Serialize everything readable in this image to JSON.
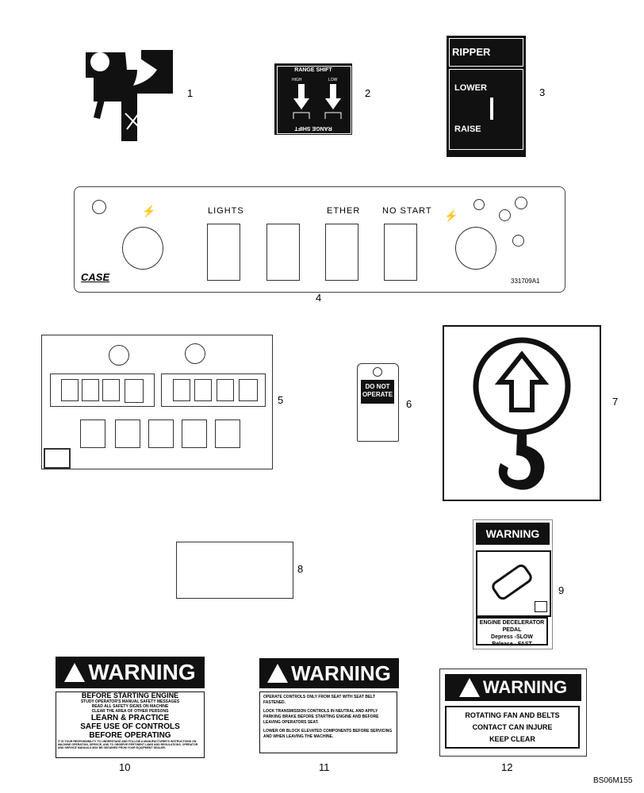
{
  "items": {
    "1": {
      "number": "1"
    },
    "2": {
      "number": "2",
      "title": "RANGE SHIFT",
      "high": "HIGH",
      "low": "LOW",
      "title_inverted": "RANGE SHIFT"
    },
    "3": {
      "number": "3",
      "ripper": "RIPPER",
      "lower": "LOWER",
      "raise": "RAISE"
    },
    "4": {
      "number": "4",
      "lights": "LIGHTS",
      "ether": "ETHER",
      "no_start": "NO START",
      "brand": "CASE",
      "part_no": "331709A1"
    },
    "5": {
      "number": "5"
    },
    "6": {
      "number": "6",
      "line1": "DO NOT",
      "line2": "OPERATE"
    },
    "7": {
      "number": "7"
    },
    "8": {
      "number": "8"
    },
    "9": {
      "number": "9",
      "header": "WARNING",
      "line1": "ENGINE DECELERATOR",
      "line2": "PEDAL",
      "line3": "Depress -SLOW",
      "line4": "Release - FAST"
    },
    "10": {
      "number": "10",
      "header": "WARNING",
      "line1": "BEFORE STARTING ENGINE",
      "line2": "STUDY OPERATOR'S MANUAL SAFETY MESSAGES",
      "line3": "READ ALL SAFETY SIGNS ON MACHINE",
      "line4": "CLEAR THE AREA OF OTHER PERSONS",
      "line5": "LEARN & PRACTICE",
      "line6": "SAFE USE OF CONTROLS",
      "line7": "BEFORE OPERATING",
      "fine": "IT IS YOUR RESPONSIBILITY TO UNDERSTAND AND FOLLOW A MANUFACTURER'S INSTRUCTIONS ON MACHINE OPERATION, SERVICE, AND TO OBSERVE PERTINENT LAWS AND REGULATIONS. OPERATOR AND SERVICE MANUALS MAY BE OBTAINED FROM YOUR EQUIPMENT DEALER."
    },
    "11": {
      "number": "11",
      "header": "WARNING",
      "p1": "OPERATE CONTROLS ONLY FROM SEAT WITH SEAT BELT FASTENED.",
      "p2": "LOCK TRANSMISSION CONTROLS IN NEUTRAL AND APPLY PARKING BRAKE BEFORE STARTING ENGINE AND BEFORE LEAVING OPERATORS SEAT.",
      "p3": "LOWER OR BLOCK ELEVATED COMPONENTS BEFORE SERVICING AND WHEN LEAVING THE MACHINE."
    },
    "12": {
      "number": "12",
      "header": "WARNING",
      "line1": "ROTATING FAN AND BELTS",
      "line2": "CONTACT CAN INJURE",
      "line3": "KEEP CLEAR"
    }
  },
  "figure_id": "BS06M155"
}
